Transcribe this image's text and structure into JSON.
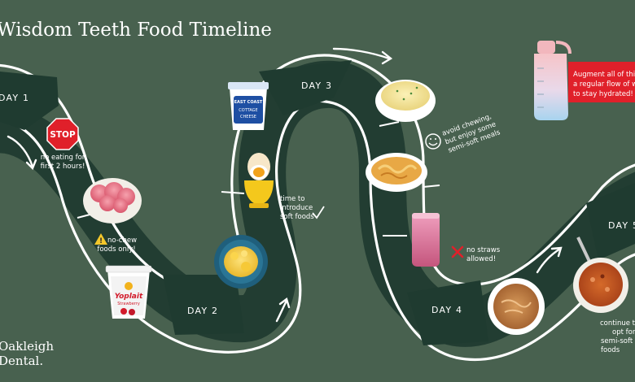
{
  "title": "Wisdom Teeth Food Timeline",
  "brand": {
    "line1": "Oakleigh",
    "line2": "Dental."
  },
  "colors": {
    "background": "#48614f",
    "road": "#1f3b30",
    "accent_red": "#e0202a",
    "path": "#ffffff"
  },
  "days": [
    "DAY 1",
    "DAY 2",
    "DAY 3",
    "DAY 4",
    "DAY 5"
  ],
  "stop_sign": "STOP",
  "notes": {
    "no_eating_1": "no eating for",
    "no_eating_2": "first 2 hours!",
    "no_chew_1": "no-chew",
    "no_chew_2": "foods only!",
    "soft_1": "time to",
    "soft_2": "introduce",
    "soft_3": "soft foods",
    "avoid_1": "avoid chewing,",
    "avoid_2": "but enjoy some",
    "avoid_3": "semi-soft meals",
    "straws_1": "no straws",
    "straws_2": "allowed!",
    "cont_1": "continue to",
    "cont_2": "opt for",
    "cont_3": "semi-soft",
    "cont_4": "foods"
  },
  "hydration": {
    "line1": "Augment all of this with",
    "line2": "a regular flow of water",
    "line3": "to stay hydrated!"
  },
  "labels": {
    "yogurt_brand": "Yoplait",
    "yogurt_flavor": "Strawberry",
    "cottage_1": "EAST COAST",
    "cottage_2": "COTTAGE",
    "cottage_3": "CHEESE"
  },
  "icons": [
    "stop-sign-icon",
    "warning-icon",
    "checkmark-icon",
    "smile-icon",
    "no-straw-x-icon",
    "arrow-icon"
  ]
}
